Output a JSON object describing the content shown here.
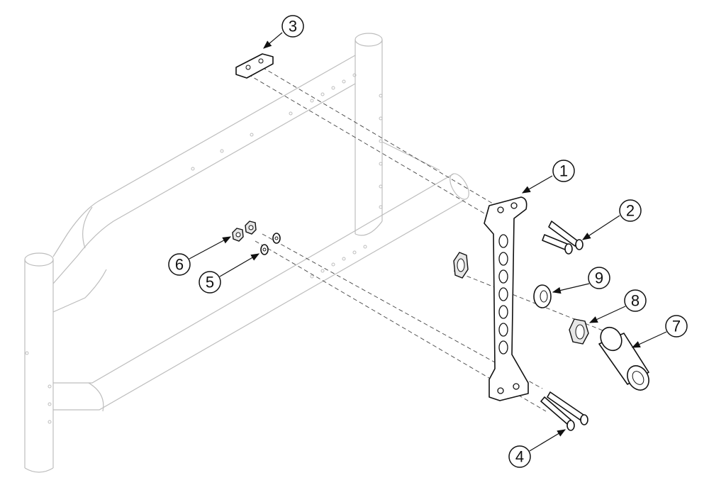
{
  "callouts": [
    {
      "label": "1",
      "part": "side-plate"
    },
    {
      "label": "2",
      "part": "upper-bolts"
    },
    {
      "label": "3",
      "part": "top-nut-plate"
    },
    {
      "label": "4",
      "part": "lower-bolts"
    },
    {
      "label": "5",
      "part": "washers"
    },
    {
      "label": "6",
      "part": "lock-nuts"
    },
    {
      "label": "7",
      "part": "spacer-tube"
    },
    {
      "label": "8",
      "part": "hex-nut"
    },
    {
      "label": "9",
      "part": "flat-washer"
    }
  ],
  "colors": {
    "frame": "#bdbdbd",
    "ink": "#111111"
  }
}
